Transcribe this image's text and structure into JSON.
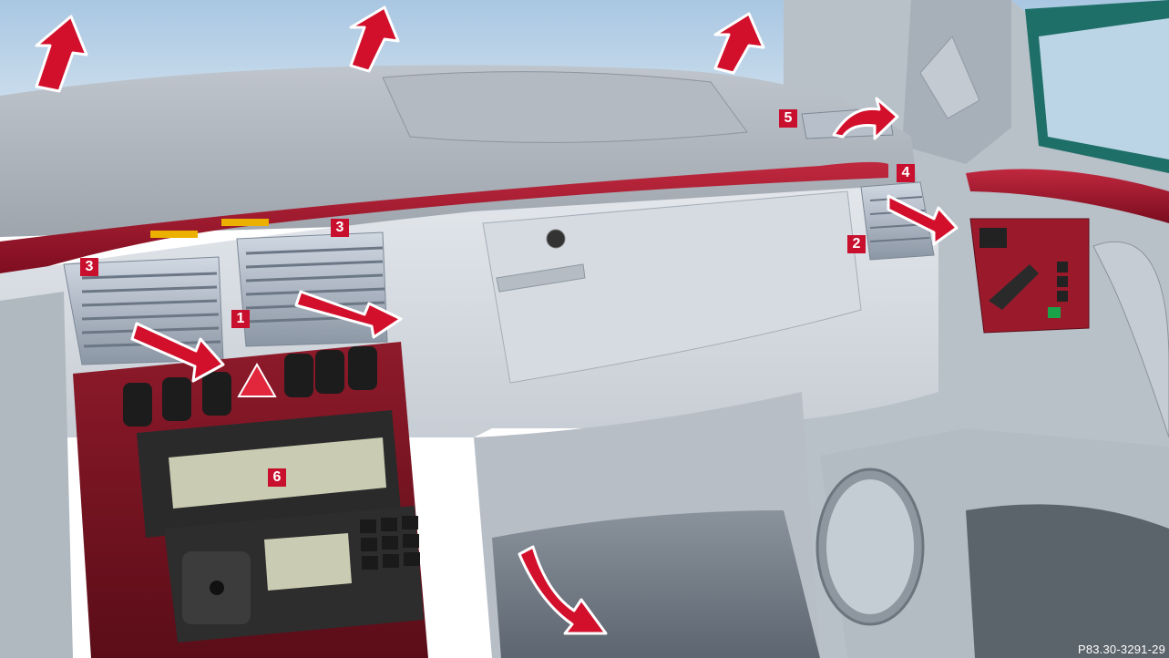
{
  "figure": {
    "callouts": {
      "c1": "1",
      "c2": "2",
      "c3a": "3",
      "c3b": "3",
      "c4": "4",
      "c5": "5",
      "c6": "6"
    },
    "reference_code": "P83.30-3291-29"
  },
  "colors": {
    "sky": "#b9d3e8",
    "dashboard": "#c9cfd6",
    "wood_trim": "#a2122a",
    "callout_bg": "#c8102e",
    "arrow_red": "#d2102c"
  }
}
